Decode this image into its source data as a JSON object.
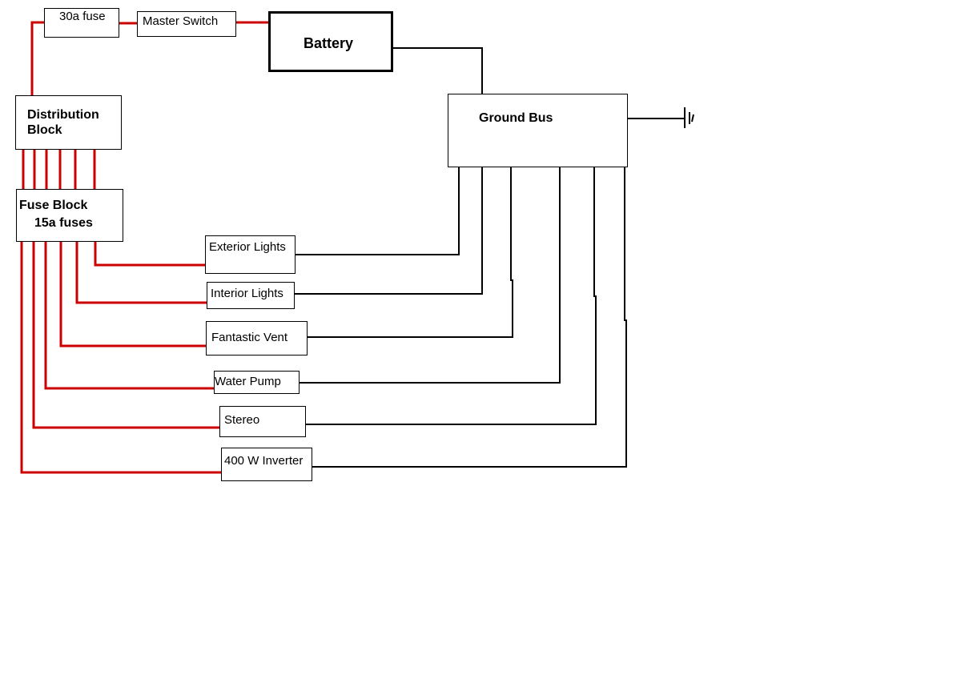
{
  "colors": {
    "positive_wire": "#cc0000",
    "ground_wire": "#000000",
    "background": "#ffffff"
  },
  "components": {
    "fuse_30a": "30a fuse",
    "master_switch": "Master Switch",
    "battery": "Battery",
    "distribution_block_line1": "Distribution",
    "distribution_block_line2": "Block",
    "fuse_block_line1": "Fuse Block",
    "fuse_block_line2": "15a fuses",
    "ground_bus": "Ground Bus"
  },
  "loads": [
    {
      "label": "Exterior Lights"
    },
    {
      "label": "Interior Lights"
    },
    {
      "label": "Fantastic Vent"
    },
    {
      "label": "Water Pump"
    },
    {
      "label": "Stereo"
    },
    {
      "label": "400 W Inverter"
    }
  ],
  "icons": {
    "chassis_ground": "ground-symbol-icon"
  }
}
